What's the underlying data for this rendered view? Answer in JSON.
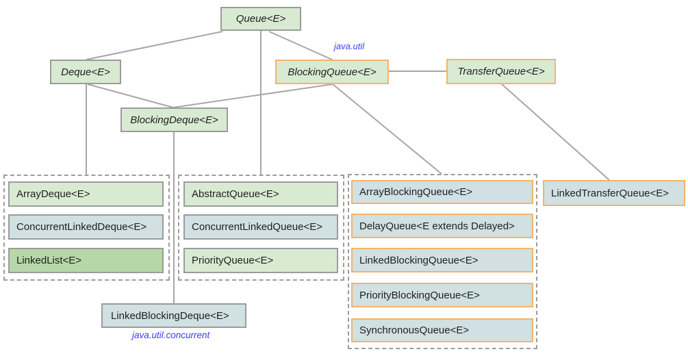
{
  "packages": {
    "java_util": "java.util",
    "java_util_concurrent": "java.util.concurrent"
  },
  "interfaces": {
    "queue": "Queue<E>",
    "deque": "Deque<E>",
    "blocking_queue": "BlockingQueue<E>",
    "transfer_queue": "TransferQueue<E>",
    "blocking_deque": "BlockingDeque<E>"
  },
  "groups": {
    "deque_impls": {
      "items": [
        "ArrayDeque<E>",
        "ConcurrentLinkedDeque<E>",
        "LinkedList<E>"
      ]
    },
    "queue_impls": {
      "items": [
        "AbstractQueue<E>",
        "ConcurrentLinkedQueue<E>",
        "PriorityQueue<E>"
      ]
    },
    "blocking_queue_impls": {
      "items": [
        "ArrayBlockingQueue<E>",
        "DelayQueue<E extends Delayed>",
        "LinkedBlockingQueue<E>",
        "PriorityBlockingQueue<E>",
        "SynchronousQueue<E>"
      ]
    }
  },
  "standalone": {
    "linked_transfer_queue": "LinkedTransferQueue<E>",
    "linked_blocking_deque": "LinkedBlockingDeque<E>"
  },
  "colors": {
    "interface_fill": "#d9ead3",
    "implementation_blue_fill": "#d0e0e3",
    "linked_list_fill": "#b6d7a8",
    "gray_border": "#9b9b9b",
    "orange_border": "#f3b36b",
    "connector_gray": "#a6a6a6",
    "package_label_blue": "#3b3bf2"
  }
}
